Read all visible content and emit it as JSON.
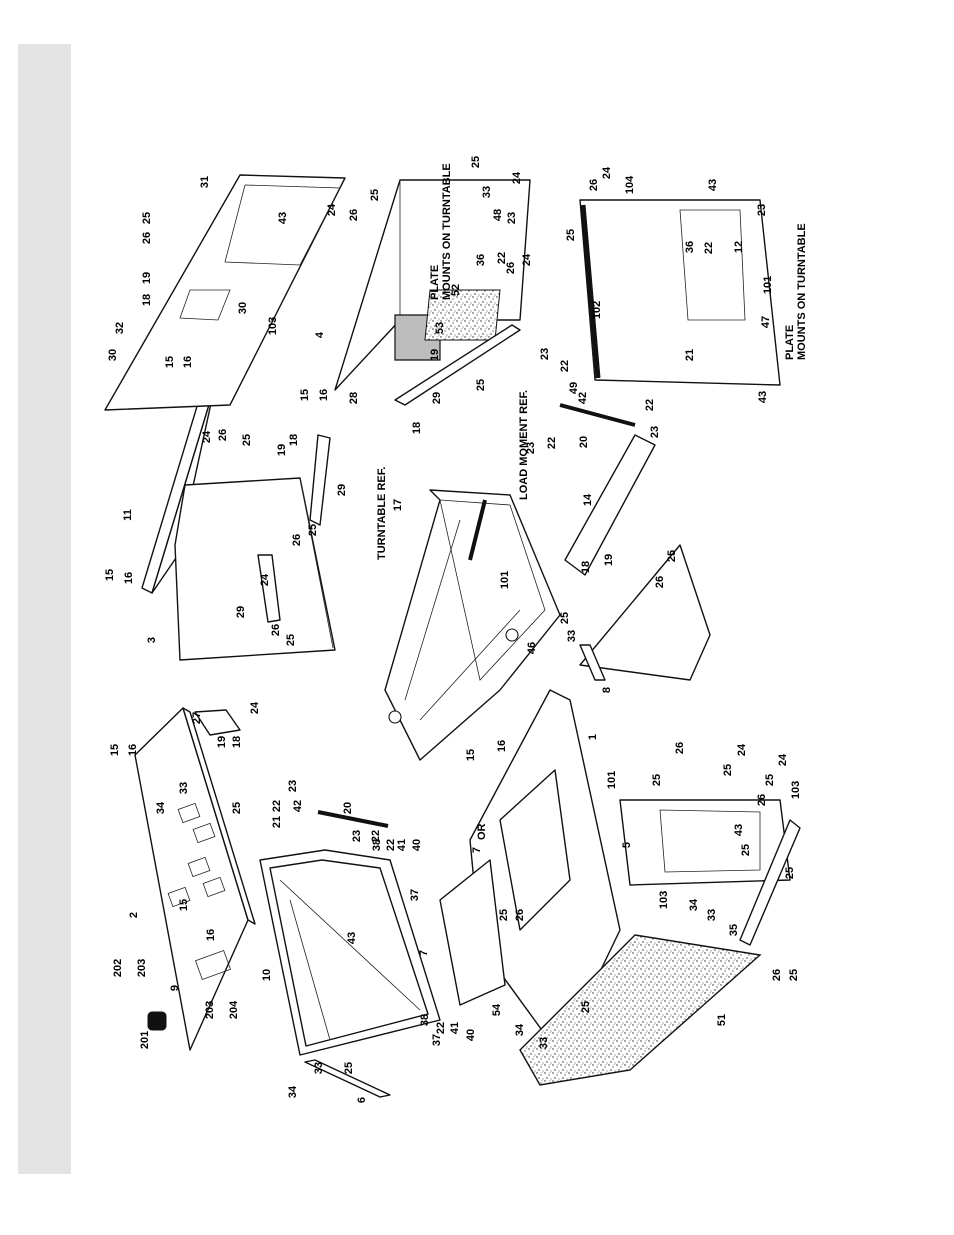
{
  "diagram": {
    "text_labels": {
      "turntable_ref": "TURNTABLE REF.",
      "load_moment_ref": "LOAD MOMENT REF.",
      "plate_mounts_top_1": "PLATE",
      "plate_mounts_top_2": "MOUNTS ON TURNTABLE",
      "plate_mounts_right_1": "PLATE",
      "plate_mounts_right_2": "MOUNTS ON TURNTABLE",
      "or": "OR"
    },
    "callouts": {
      "c_15a": "15",
      "c_16a": "16",
      "c_2": "2",
      "c_202": "202",
      "c_203a": "203",
      "c_201": "201",
      "c_9": "9",
      "c_203b": "203",
      "c_204": "204",
      "c_15b": "15",
      "c_16b": "16",
      "c_34a": "34",
      "c_33a": "33",
      "c_25a": "25",
      "c_27": "27",
      "c_18a": "18",
      "c_19a": "19",
      "c_21a": "21",
      "c_22a": "22",
      "c_23a": "23",
      "c_42a": "42",
      "c_20a": "20",
      "c_22b": "22",
      "c_23b": "23",
      "c_38a": "38",
      "c_22c": "22",
      "c_41a": "41",
      "c_40a": "40",
      "c_37a": "37",
      "c_10": "10",
      "c_43a": "43",
      "c_38b": "38",
      "c_37b": "37",
      "c_22d": "22",
      "c_41b": "41",
      "c_40b": "40",
      "c_33b": "33",
      "c_25b": "25",
      "c_34b": "34",
      "c_6": "6",
      "c_15c": "15",
      "c_16c": "16",
      "c_11": "11",
      "c_3": "3",
      "c_24a": "24",
      "c_26a": "26",
      "c_25c": "25",
      "c_18b": "18",
      "c_19b": "19",
      "c_29a": "29",
      "c_29b": "29",
      "c_26b": "26",
      "c_25d": "25",
      "c_24b": "24",
      "c_26c": "26",
      "c_25e": "25",
      "c_24c": "24",
      "c_17": "17",
      "c_101a": "101",
      "c_46": "46",
      "c_30a": "30",
      "c_32": "32",
      "c_15d": "15",
      "c_16d": "16",
      "c_18c": "18",
      "c_19c": "19",
      "c_26d": "26",
      "c_25f": "25",
      "c_31": "31",
      "c_43b": "43",
      "c_30b": "30",
      "c_103a": "103",
      "c_15e": "15",
      "c_16e": "16",
      "c_28": "28",
      "c_4": "4",
      "c_24d": "24",
      "c_26e": "26",
      "c_25g": "25",
      "c_53": "53",
      "c_19d": "19",
      "c_18d": "18",
      "c_29c": "29",
      "c_25h": "25",
      "c_52": "52",
      "c_36a": "36",
      "c_22e": "22",
      "c_48": "48",
      "c_23c": "23",
      "c_24e": "24",
      "c_26f": "26",
      "c_33c": "33",
      "c_24f": "24",
      "c_25i": "25",
      "c_23d": "23",
      "c_22f": "22",
      "c_42b": "42",
      "c_23e": "23",
      "c_22g": "22",
      "c_20b": "20",
      "c_22h": "22",
      "c_23f": "23",
      "c_14": "14",
      "c_19e": "19",
      "c_18e": "18",
      "c_26g": "26",
      "c_25j": "25",
      "c_25k": "25",
      "c_33d": "33",
      "c_8": "8",
      "c_26h": "26",
      "c_24g": "24",
      "c_104": "104",
      "c_43c": "43",
      "c_25l": "25",
      "c_23g": "23",
      "c_102": "102",
      "c_36b": "36",
      "c_22i": "22",
      "c_12": "12",
      "c_101b": "101",
      "c_49": "49",
      "c_21b": "21",
      "c_47": "47",
      "c_43d": "43",
      "c_15f": "15",
      "c_16f": "16",
      "c_1": "1",
      "c_7a": "7",
      "c_7b": "7",
      "c_25m": "25",
      "c_26i": "26",
      "c_54": "54",
      "c_34c": "34",
      "c_33e": "33",
      "c_25n": "25",
      "c_51": "51",
      "c_101c": "101",
      "c_25o": "25",
      "c_26j": "26",
      "c_25p": "25",
      "c_24h": "24",
      "c_26k": "26",
      "c_25q": "25",
      "c_24i": "24",
      "c_103b": "103",
      "c_5": "5",
      "c_43e": "43",
      "c_25r": "25",
      "c_103c": "103",
      "c_34d": "34",
      "c_33f": "33",
      "c_35": "35",
      "c_25s": "25",
      "c_26l": "26",
      "c_25t": "25"
    }
  }
}
